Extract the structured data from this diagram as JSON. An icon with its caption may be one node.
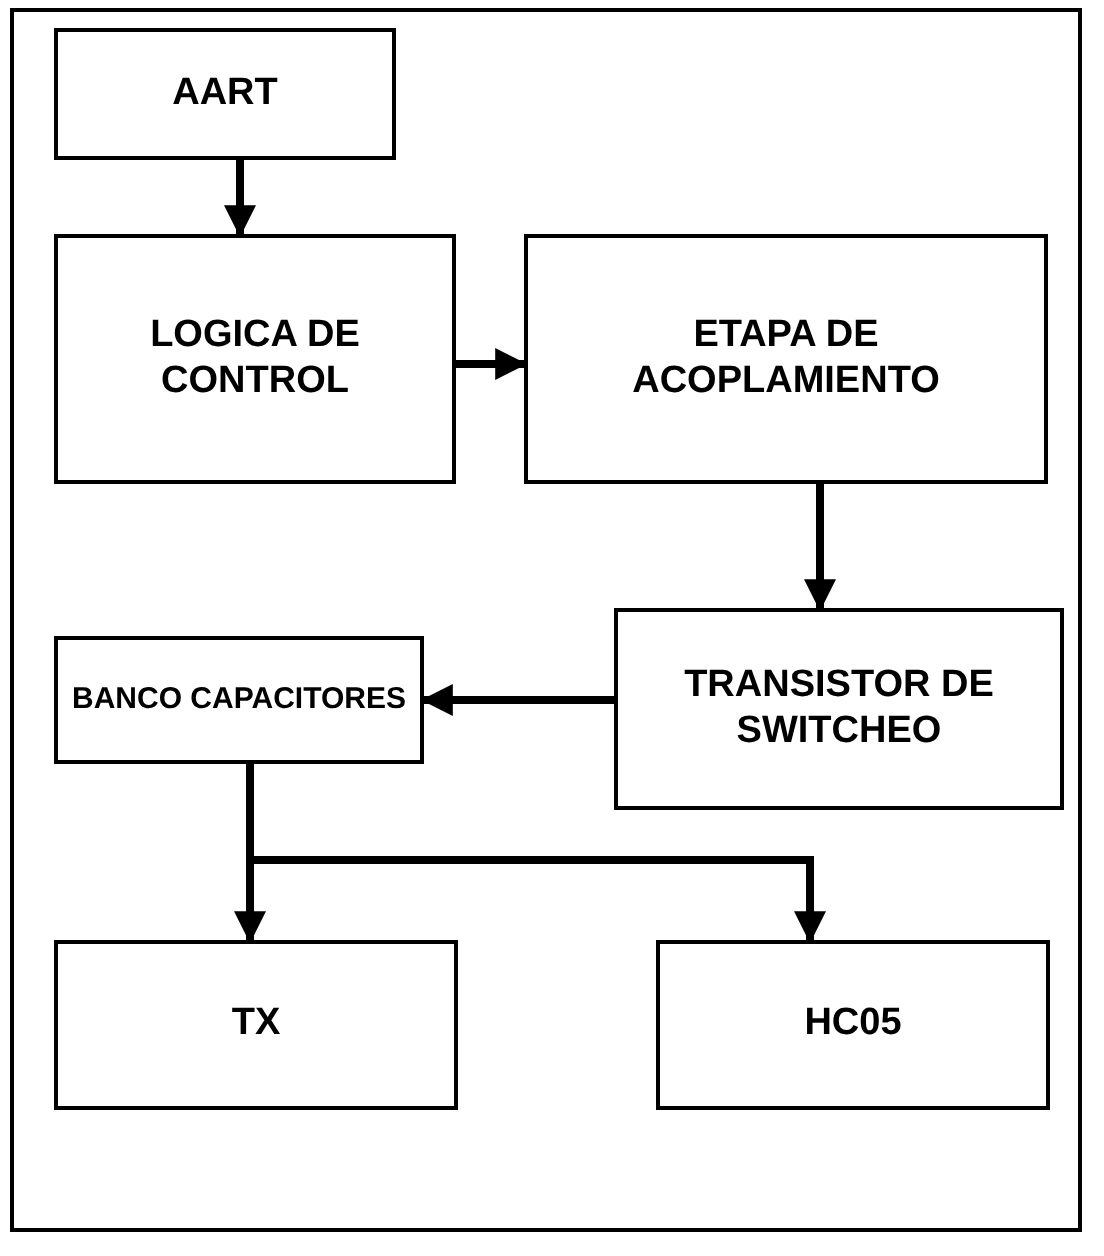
{
  "diagram": {
    "nodes": [
      {
        "text": [
          "AART"
        ]
      },
      {
        "text": [
          "LOGICA DE CONTROL"
        ]
      },
      {
        "text": [
          "ETAPA DE ACOPLAMIENTO"
        ]
      },
      {
        "text": [
          "TRANSISTOR DE SWITCHEO"
        ]
      },
      {
        "text": [
          "BANCO CAPACITORES"
        ]
      },
      {
        "text": [
          "TX"
        ]
      },
      {
        "text": [
          "HC05"
        ]
      }
    ],
    "edges": [
      {
        "from": 0,
        "to": 1,
        "arrow": "to"
      },
      {
        "from": 1,
        "to": 2,
        "arrow": "to"
      },
      {
        "from": 2,
        "to": 3,
        "arrow": "to"
      },
      {
        "from": 3,
        "to": 4,
        "arrow": "to"
      },
      {
        "from": 4,
        "to": 5,
        "arrow": "to"
      },
      {
        "from": 4,
        "to": 6,
        "arrow": "to"
      }
    ]
  }
}
